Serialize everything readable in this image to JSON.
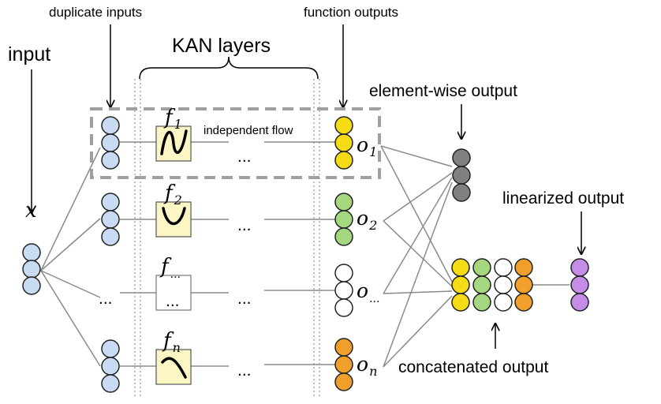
{
  "labels": {
    "duplicate_inputs": "duplicate inputs",
    "function_outputs": "function outputs",
    "input": "input",
    "kan_layers": "KAN layers",
    "independent_flow": "independent flow",
    "element_wise_output": "element-wise output",
    "linearized_output": "linearized output",
    "concatenated_output": "concatenated output",
    "ellipsis": "..."
  },
  "symbols": {
    "x": "x",
    "f": "f",
    "o": "o"
  },
  "rows": [
    {
      "f_sub": "1",
      "o_sub": "1",
      "curve": "wave",
      "output_color": "#f5dc14",
      "dup_visible": true
    },
    {
      "f_sub": "2",
      "o_sub": "2",
      "curve": "valley",
      "output_color": "#a4d77e",
      "dup_visible": true
    },
    {
      "f_sub": "...",
      "o_sub": "...",
      "curve": "none",
      "output_color": "#ffffff",
      "dup_visible": false
    },
    {
      "f_sub": "n",
      "o_sub": "n",
      "curve": "hill",
      "output_color": "#f0a02a",
      "dup_visible": true
    }
  ],
  "colors": {
    "input_node": "#c9dbf2",
    "element_wise": "#808080",
    "linearized": "#c58ce8",
    "function_box": "#fbf6c4",
    "dashed": "#a0a0a0",
    "line": "#8a8a8a"
  },
  "concat_grid": [
    [
      "#f5dc14",
      "#a4d77e",
      "#ffffff",
      "#f0a02a"
    ],
    [
      "#f5dc14",
      "#a4d77e",
      "#ffffff",
      "#f0a02a"
    ],
    [
      "#f5dc14",
      "#a4d77e",
      "#ffffff",
      "#f0a02a"
    ]
  ]
}
